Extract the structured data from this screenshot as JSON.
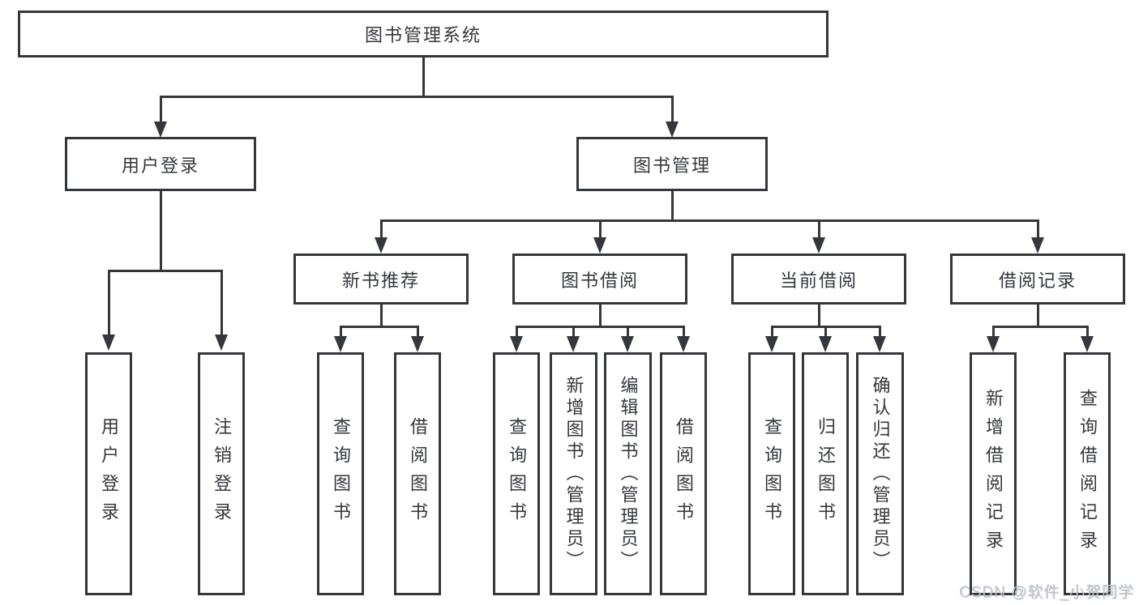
{
  "diagram": {
    "root": {
      "label": "图书管理系统",
      "children": [
        {
          "label": "用户登录",
          "children": [
            {
              "label": "用户登录"
            },
            {
              "label": "注销登录"
            }
          ]
        },
        {
          "label": "图书管理",
          "children": [
            {
              "label": "新书推荐",
              "children": [
                {
                  "label": "查询图书"
                },
                {
                  "label": "借阅图书"
                }
              ]
            },
            {
              "label": "图书借阅",
              "children": [
                {
                  "label": "查询图书"
                },
                {
                  "label": "新增图书（管理员）"
                },
                {
                  "label": "编辑图书（管理员）"
                },
                {
                  "label": "借阅图书"
                }
              ]
            },
            {
              "label": "当前借阅",
              "children": [
                {
                  "label": "查询图书"
                },
                {
                  "label": "归还图书"
                },
                {
                  "label": "确认归还（管理员）"
                }
              ]
            },
            {
              "label": "借阅记录",
              "children": [
                {
                  "label": "新增借阅记录"
                },
                {
                  "label": "查询借阅记录"
                }
              ]
            }
          ]
        }
      ]
    }
  },
  "watermark": {
    "text": "CSDN @软件_小贺同学"
  },
  "colors": {
    "line": "#35373c",
    "text": "#35373c",
    "background": "#ffffff",
    "watermark": "#c3c7ce"
  }
}
